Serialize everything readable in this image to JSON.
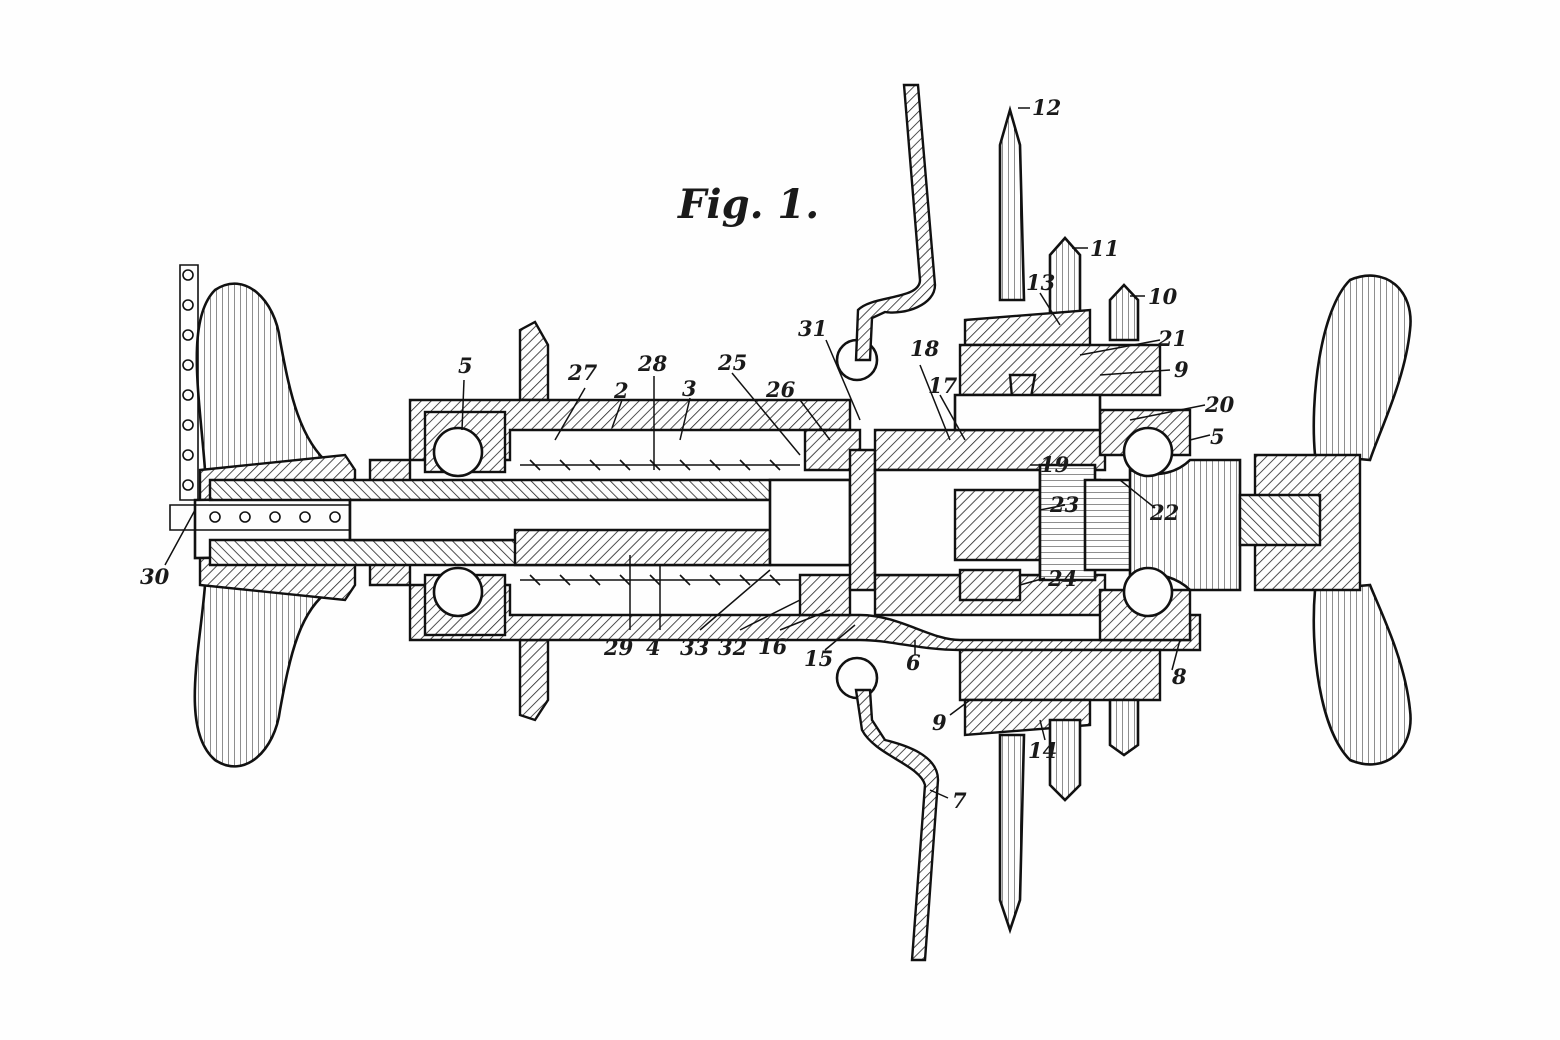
{
  "figure": {
    "title": "Fig. 1."
  },
  "labels": [
    {
      "id": "l2",
      "text": "2"
    },
    {
      "id": "l3",
      "text": "3"
    },
    {
      "id": "l4",
      "text": "4"
    },
    {
      "id": "l5a",
      "text": "5"
    },
    {
      "id": "l5b",
      "text": "5"
    },
    {
      "id": "l6",
      "text": "6"
    },
    {
      "id": "l7",
      "text": "7"
    },
    {
      "id": "l8",
      "text": "8"
    },
    {
      "id": "l9a",
      "text": "9"
    },
    {
      "id": "l9b",
      "text": "9"
    },
    {
      "id": "l10",
      "text": "10"
    },
    {
      "id": "l11",
      "text": "11"
    },
    {
      "id": "l12",
      "text": "12"
    },
    {
      "id": "l13",
      "text": "13"
    },
    {
      "id": "l14",
      "text": "14"
    },
    {
      "id": "l15",
      "text": "15"
    },
    {
      "id": "l16",
      "text": "16"
    },
    {
      "id": "l17",
      "text": "17"
    },
    {
      "id": "l18",
      "text": "18"
    },
    {
      "id": "l19",
      "text": "19"
    },
    {
      "id": "l20",
      "text": "20"
    },
    {
      "id": "l21",
      "text": "21"
    },
    {
      "id": "l22",
      "text": "22"
    },
    {
      "id": "l23",
      "text": "23"
    },
    {
      "id": "l24",
      "text": "24"
    },
    {
      "id": "l25",
      "text": "25"
    },
    {
      "id": "l26",
      "text": "26"
    },
    {
      "id": "l27",
      "text": "27"
    },
    {
      "id": "l28",
      "text": "28"
    },
    {
      "id": "l29",
      "text": "29"
    },
    {
      "id": "l30",
      "text": "30"
    },
    {
      "id": "l31",
      "text": "31"
    },
    {
      "id": "l32",
      "text": "32"
    },
    {
      "id": "l33",
      "text": "33"
    }
  ]
}
